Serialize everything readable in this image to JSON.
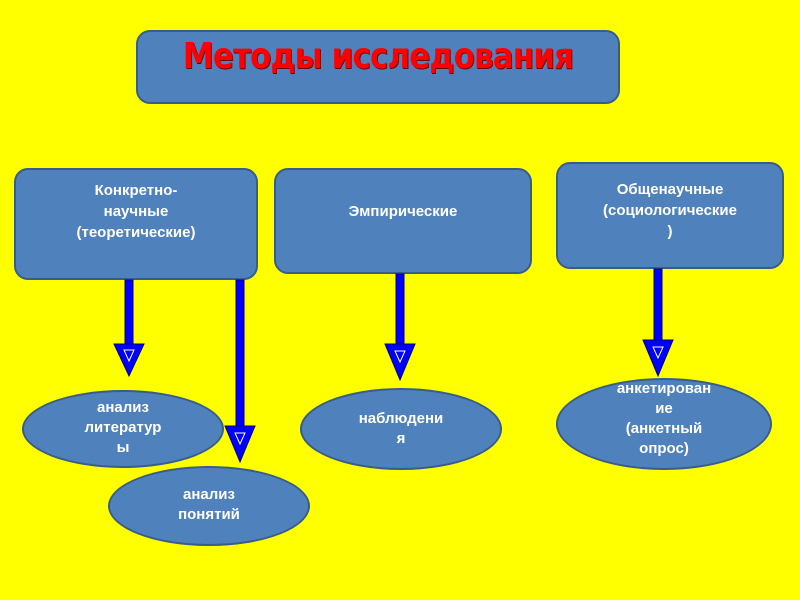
{
  "title": "Методы исследования",
  "categories": [
    {
      "lines": [
        "Конкретно-",
        "научные",
        "(теоретические)"
      ]
    },
    {
      "lines": [
        "Эмпирические"
      ]
    },
    {
      "lines": [
        "Общенаучные",
        "(социологические",
        ")"
      ]
    }
  ],
  "methods": [
    {
      "lines": [
        "анализ",
        "литератур",
        "ы"
      ]
    },
    {
      "lines": [
        "анализ",
        "понятий"
      ]
    },
    {
      "lines": [
        "наблюдени",
        "я"
      ]
    },
    {
      "lines": [
        "анкетирован",
        "ие",
        "(анкетный",
        "опрос)"
      ]
    }
  ],
  "colors": {
    "background": "#ffff00",
    "shape_fill": "#4f81bd",
    "shape_border": "#385d8a",
    "arrow": "#0000ff",
    "title": "#ff0000"
  }
}
